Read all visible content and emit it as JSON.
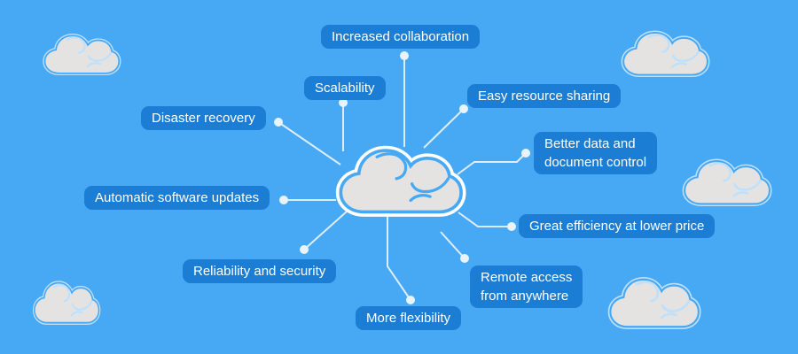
{
  "diagram": {
    "subject": "cloud-computing-benefits",
    "center_icon": "cloud-icon",
    "decorative_icons": [
      "cloud-icon",
      "cloud-icon",
      "cloud-icon",
      "cloud-icon",
      "cloud-icon"
    ]
  },
  "benefits": [
    {
      "id": "increased-collaboration",
      "text": "Increased collaboration"
    },
    {
      "id": "scalability",
      "text": "Scalability"
    },
    {
      "id": "easy-resource-sharing",
      "text": "Easy resource sharing"
    },
    {
      "id": "disaster-recovery",
      "text": "Disaster recovery"
    },
    {
      "id": "better-data-document-control",
      "text": "Better data and\ndocument control"
    },
    {
      "id": "automatic-software-updates",
      "text": "Automatic software updates"
    },
    {
      "id": "great-efficiency-lower-price",
      "text": "Great efficiency at lower price"
    },
    {
      "id": "remote-access-anywhere",
      "text": "Remote access\nfrom anywhere"
    },
    {
      "id": "reliability-and-security",
      "text": "Reliability and security"
    },
    {
      "id": "more-flexibility",
      "text": "More flexibility"
    }
  ],
  "colors": {
    "background": "#47a8f3",
    "label_bg": "#1b7dd3",
    "label_text": "#ffffff",
    "connector_line": "#dcedfb",
    "connector_dot": "#e9f3fc",
    "cloud_fill": "#e4e3e1",
    "central_cloud_outline": "#ffffff",
    "decorative_cloud_outline": "#bfe0fb"
  }
}
